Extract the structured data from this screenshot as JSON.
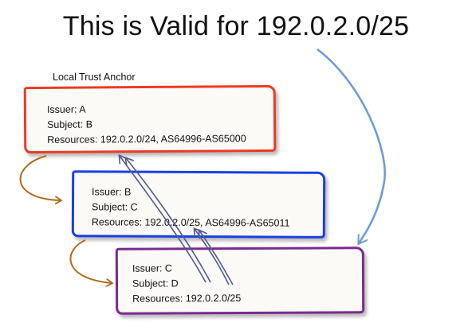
{
  "title": "This is Valid for 192.0.2.0/25",
  "local_trust_anchor_label": "Local Trust Anchor",
  "certificates": [
    {
      "issuer": "Issuer: A",
      "subject": "Subject: B",
      "resources": "Resources: 192.0.2.0/24, AS64996-AS65000",
      "border_color": "#ec3b24"
    },
    {
      "issuer": "Issuer: B",
      "subject": "Subject: C",
      "resources": "Resources: 192.0.2.0/25, AS64996-AS65011",
      "border_color": "#1a3fe2"
    },
    {
      "issuer": "Issuer: C",
      "subject": "Subject: D",
      "resources": "Resources: 192.0.2.0/25",
      "border_color": "#7b2a8f"
    }
  ],
  "colors": {
    "chain_arrow": "#b06a1c",
    "validation_arrow": "#4f5a8f",
    "title_arrow": "#6e9bd4"
  }
}
